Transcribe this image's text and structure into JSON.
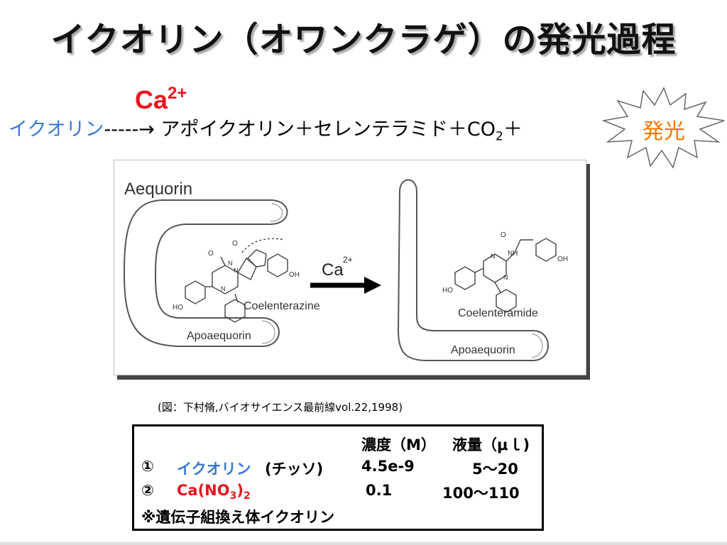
{
  "title": "イクオリン（オワンクラゲ）の発光過程",
  "reaction": {
    "catalyst": "Ca",
    "catalyst_charge": "2+",
    "reactant": "イクオリン",
    "arrow": "-----→",
    "products": "アポイクオリン＋セレンテラミド＋CO",
    "co2_sub": "2",
    "plus": "＋",
    "light": "発光"
  },
  "figure": {
    "aequorin_label": "Aequorin",
    "coelenterazine_label": "Coelenterazine",
    "apoaequorin_left": "Apoaequorin",
    "apoaequorin_right": "Apoaequorin",
    "coelenteramide_label": "Coelenteramide",
    "arrow_ca": "Ca",
    "arrow_ca_charge": "2+",
    "oh_1": "OH",
    "ho_1": "HO",
    "o_1": "O",
    "o_2": "O",
    "n_1": "N",
    "n_2": "N",
    "n_3": "N",
    "nh": "NH",
    "oh_2": "OH",
    "ho_2": "HO",
    "o_3": "O",
    "n_4": "N",
    "n_5": "N"
  },
  "caption": "(図：下村脩,バイオサイエンス最前線vol.22,1998)",
  "table": {
    "header_conc": "濃度（M）",
    "header_vol": "液量（μｌ)",
    "row1_num": "①",
    "row1_name": "イクオリン",
    "row1_note": "(チッソ)",
    "row1_conc": "4.5e-9",
    "row1_vol": "5～20",
    "row2_num": "②",
    "row2_name_main": "Ca(NO",
    "row2_name_sub1": "3",
    "row2_name_close": ")",
    "row2_name_sub2": "2",
    "row2_conc": "0.1",
    "row2_vol": "100～110",
    "footnote": "※遺伝子組換え体イクオリン"
  },
  "colors": {
    "aequorin_text": "#3a78d8",
    "calcium_text": "#e8141c",
    "light_text": "#f07800"
  }
}
